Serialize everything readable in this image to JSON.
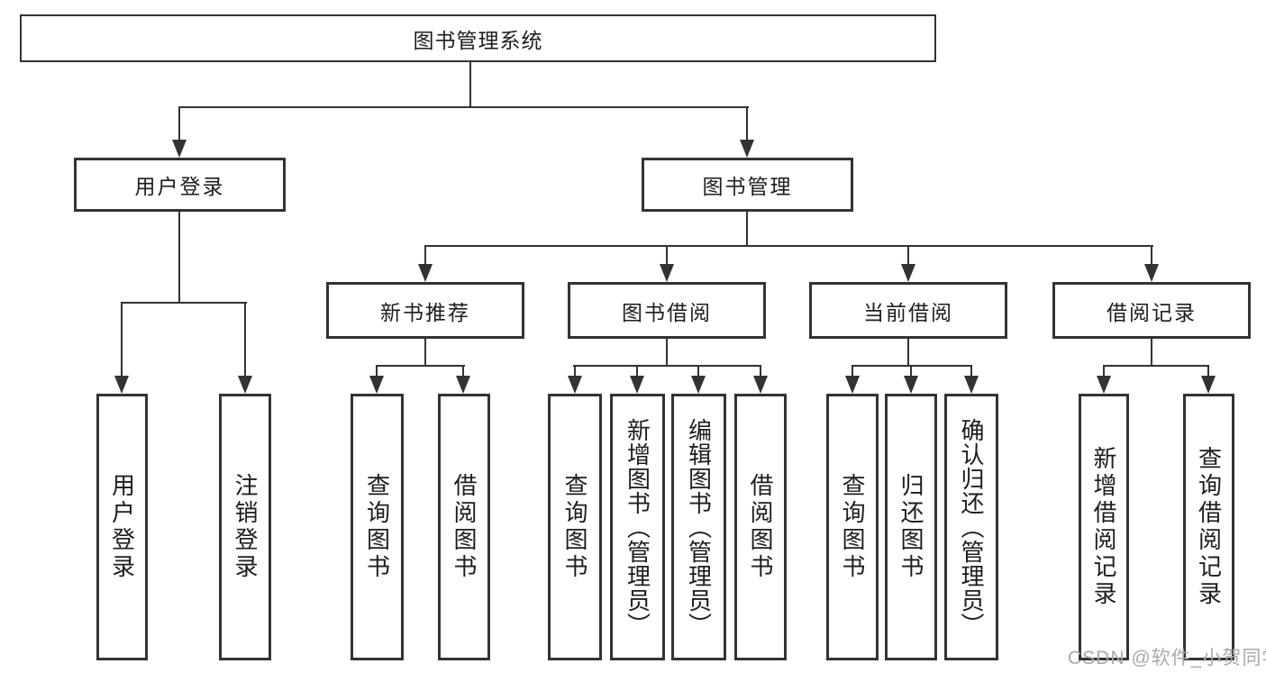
{
  "tree": {
    "root": "图书管理系统",
    "level2": [
      {
        "label": "用户登录",
        "children": [
          "用户登录",
          "注销登录"
        ]
      },
      {
        "label": "图书管理",
        "groups": [
          {
            "label": "新书推荐",
            "children": [
              "查询图书",
              "借阅图书"
            ]
          },
          {
            "label": "图书借阅",
            "children": [
              "查询图书",
              "新增图书（管理员）",
              "编辑图书（管理员）",
              "借阅图书"
            ]
          },
          {
            "label": "当前借阅",
            "children": [
              "查询图书",
              "归还图书",
              "确认归还（管理员）"
            ]
          },
          {
            "label": "借阅记录",
            "children": [
              "新增借阅记录",
              "查询借阅记录"
            ]
          }
        ]
      }
    ]
  },
  "watermark": "CSDN @软件_小贺同学",
  "colors": {
    "line": "#333333",
    "text": "#1d1d1d",
    "watermark": "#a9a9a9",
    "background": "#ffffff"
  }
}
